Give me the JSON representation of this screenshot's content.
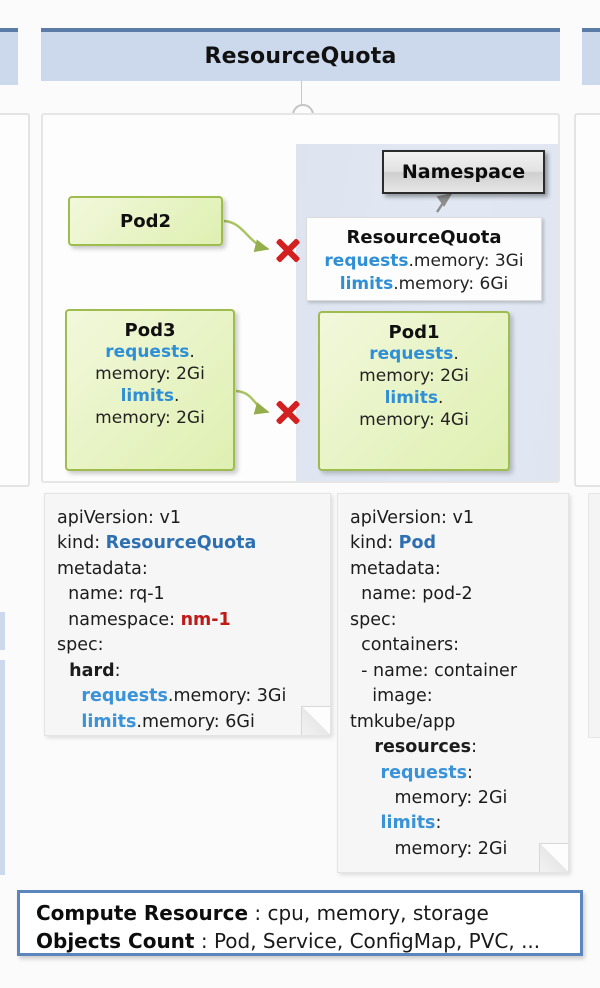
{
  "slide": {
    "title": "ResourceQuota"
  },
  "diagram": {
    "namespace_label": "Namespace",
    "quota_card": {
      "title": "ResourceQuota",
      "lines": [
        {
          "key": "requests",
          "rest": ".memory: 3Gi"
        },
        {
          "key": "limits",
          "rest": ".memory: 6Gi"
        }
      ]
    },
    "pods": [
      {
        "id": "pod2",
        "title": "Pod2",
        "lines": []
      },
      {
        "id": "pod3",
        "title": "Pod3",
        "lines": [
          {
            "key": "requests",
            "rest": "."
          },
          {
            "key": "",
            "rest": "memory: 2Gi"
          },
          {
            "key": "limits",
            "rest": "."
          },
          {
            "key": "",
            "rest": "memory: 2Gi"
          }
        ]
      },
      {
        "id": "pod1",
        "title": "Pod1",
        "lines": [
          {
            "key": "requests",
            "rest": "."
          },
          {
            "key": "",
            "rest": "memory: 2Gi"
          },
          {
            "key": "limits",
            "rest": "."
          },
          {
            "key": "",
            "rest": "memory: 4Gi"
          }
        ]
      }
    ],
    "markers": [
      "rejected-x-pod2",
      "rejected-x-pod3"
    ]
  },
  "yaml_quota": {
    "l1": "apiVersion: v1",
    "l2_key": "kind: ",
    "l2_val": "ResourceQuota",
    "l3": "metadata:",
    "l4": "  name: rq-1",
    "l5_key": "  namespace: ",
    "l5_val": "nm-1",
    "l6": "spec:",
    "l7": "  hard",
    "l7_tail": ":",
    "l8_key": "    requests",
    "l8_rest": ".memory: 3Gi",
    "l9_key": "    limits",
    "l9_rest": ".memory: 6Gi"
  },
  "yaml_pod": {
    "l1": "apiVersion: v1",
    "l2_key": "kind: ",
    "l2_val": "Pod",
    "l3": "metadata:",
    "l4": "  name: pod-2",
    "l5": "spec:",
    "l6": "  containers:",
    "l7": "  - name: container",
    "l8": "    image:",
    "l9": "tmkube/app",
    "l10": "    resources",
    "l10_tail": ":",
    "l11_key": "     requests",
    "l11_tail": ":",
    "l12": "        memory: 2Gi",
    "l13_key": "     limits",
    "l13_tail": ":",
    "l14": "        memory: 2Gi"
  },
  "summary": {
    "row1_key": "Compute Resource",
    "row1_val": " : cpu, memory, storage",
    "row2_key": "Objects Count",
    "row2_val": " : Pod, Service, ConfigMap, PVC, ..."
  },
  "colors": {
    "header_blue": "#ccd9ec",
    "header_blue_border": "#5b7ca6",
    "pod_green_border": "#9fbc4e",
    "keyword_blue": "#2e8fd6",
    "error_red": "#d32020",
    "namespace_value_red": "#c01a17",
    "summary_border": "#5b86bd"
  }
}
